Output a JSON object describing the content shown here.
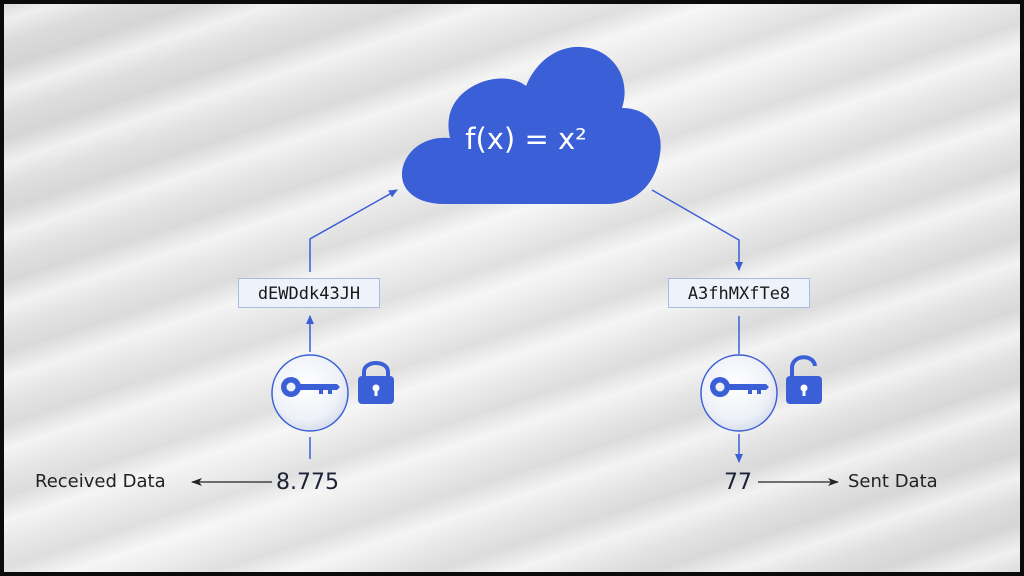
{
  "cloud": {
    "function_label": "f(x) = x²"
  },
  "left": {
    "ciphertext": "dEWDdk43JH",
    "plain_value": "8.775",
    "label": "Received Data",
    "lock_state": "locked"
  },
  "right": {
    "ciphertext": "A3fhMXfTe8",
    "plain_value": "77",
    "label": "Sent Data",
    "lock_state": "unlocked"
  },
  "colors": {
    "accent": "#3b5fd6",
    "cipher_box_bg": "#eef2fb",
    "cipher_box_border": "#aabbe0"
  },
  "icons": [
    "cloud-icon",
    "key-icon",
    "lock-closed-icon",
    "lock-open-icon"
  ]
}
